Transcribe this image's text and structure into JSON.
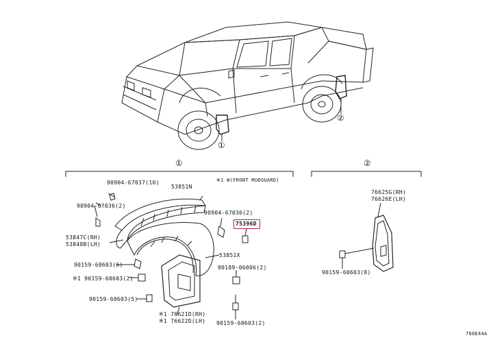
{
  "callouts": {
    "one": "①",
    "two": "②"
  },
  "section1": {
    "note": "※1 W(FRONT MUDGUARD)",
    "parts": {
      "p90904_67037": "90904-67037(10)",
      "p53851N": "53851N",
      "p90904_67036_left": "90904-67036(2)",
      "p90904_67036_right": "90904-67036(2)",
      "p75396D": "75396D",
      "p53847C": "53847C(RH)",
      "p53848B": "53848B(LH)",
      "p53851X": "53851X",
      "p90159_60603_6": "90159-60603(6)",
      "p90189_06006": "90189-06006(2)",
      "p90159_60603_2": "※1 90159-60603(2)",
      "p90159_60603_5": "90159-60603(5)",
      "p76621D": "※1 76621D(RH)",
      "p76622D": "※1 76622D(LH)",
      "p90159_60603_2b": "90159-60603(2)"
    }
  },
  "section2": {
    "parts": {
      "p76625G": "76625G(RH)",
      "p76626E": "76626E(LH)",
      "p90159_60603_8": "90159-60603(8)"
    }
  },
  "figure_id": "760E44A",
  "colors": {
    "highlight": "#c0174a",
    "line": "#222222"
  }
}
